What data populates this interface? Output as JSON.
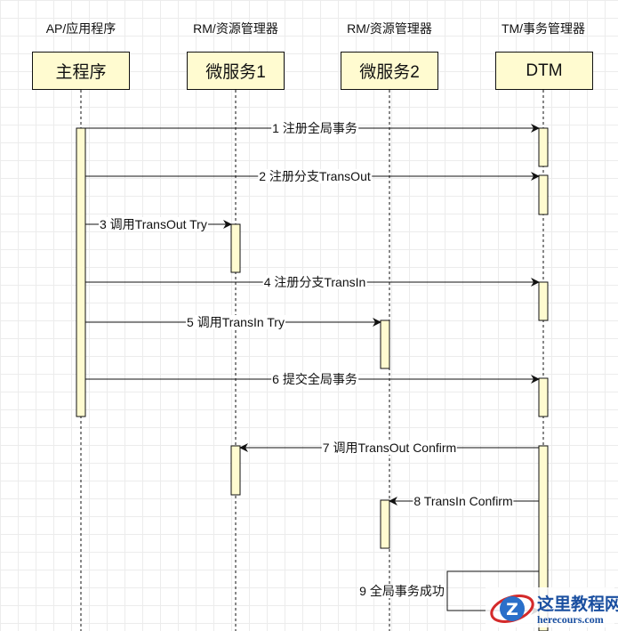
{
  "participants": [
    {
      "label": "AP/应用程序",
      "box": "主程序"
    },
    {
      "label": "RM/资源管理器",
      "box": "微服务1"
    },
    {
      "label": "RM/资源管理器",
      "box": "微服务2"
    },
    {
      "label": "TM/事务管理器",
      "box": "DTM"
    }
  ],
  "messages": [
    {
      "text": "1 注册全局事务"
    },
    {
      "text": "2 注册分支TransOut"
    },
    {
      "text": "3 调用TransOut Try"
    },
    {
      "text": "4 注册分支TransIn"
    },
    {
      "text": "5 调用TransIn Try"
    },
    {
      "text": "6 提交全局事务"
    },
    {
      "text": "7 调用TransOut Confirm"
    },
    {
      "text": "8 TransIn Confirm"
    },
    {
      "text": "9 全局事务成功"
    }
  ],
  "watermark": {
    "title": "这里教程网",
    "url": "herecours.com"
  }
}
